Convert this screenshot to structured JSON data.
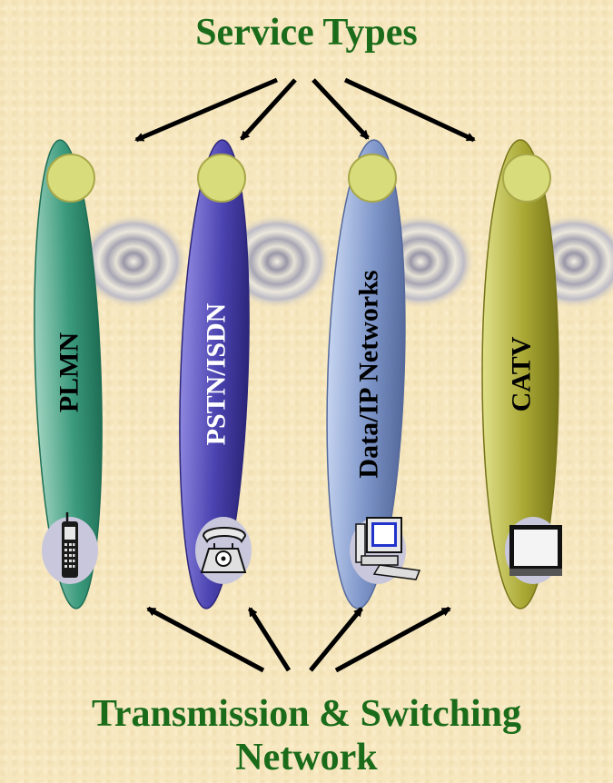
{
  "title_top": "Service Types",
  "title_bottom_line1": "Transmission & Switching",
  "title_bottom_line2": "Network",
  "networks": [
    {
      "label": "PLMN",
      "icon": "mobile-phone-icon",
      "color": "#2e8f73",
      "label_color": "#000000"
    },
    {
      "label": "PSTN/ISDN",
      "icon": "telephone-icon",
      "color": "#4e46b0",
      "label_color": "#ffffff"
    },
    {
      "label": "Data/IP Networks",
      "icon": "computer-icon",
      "color": "#7d95c9",
      "label_color": "#000000"
    },
    {
      "label": "CATV",
      "icon": "television-icon",
      "color": "#a8a832",
      "label_color": "#000000"
    }
  ],
  "arrow_color": "#000000",
  "title_color": "#1a6b1a"
}
